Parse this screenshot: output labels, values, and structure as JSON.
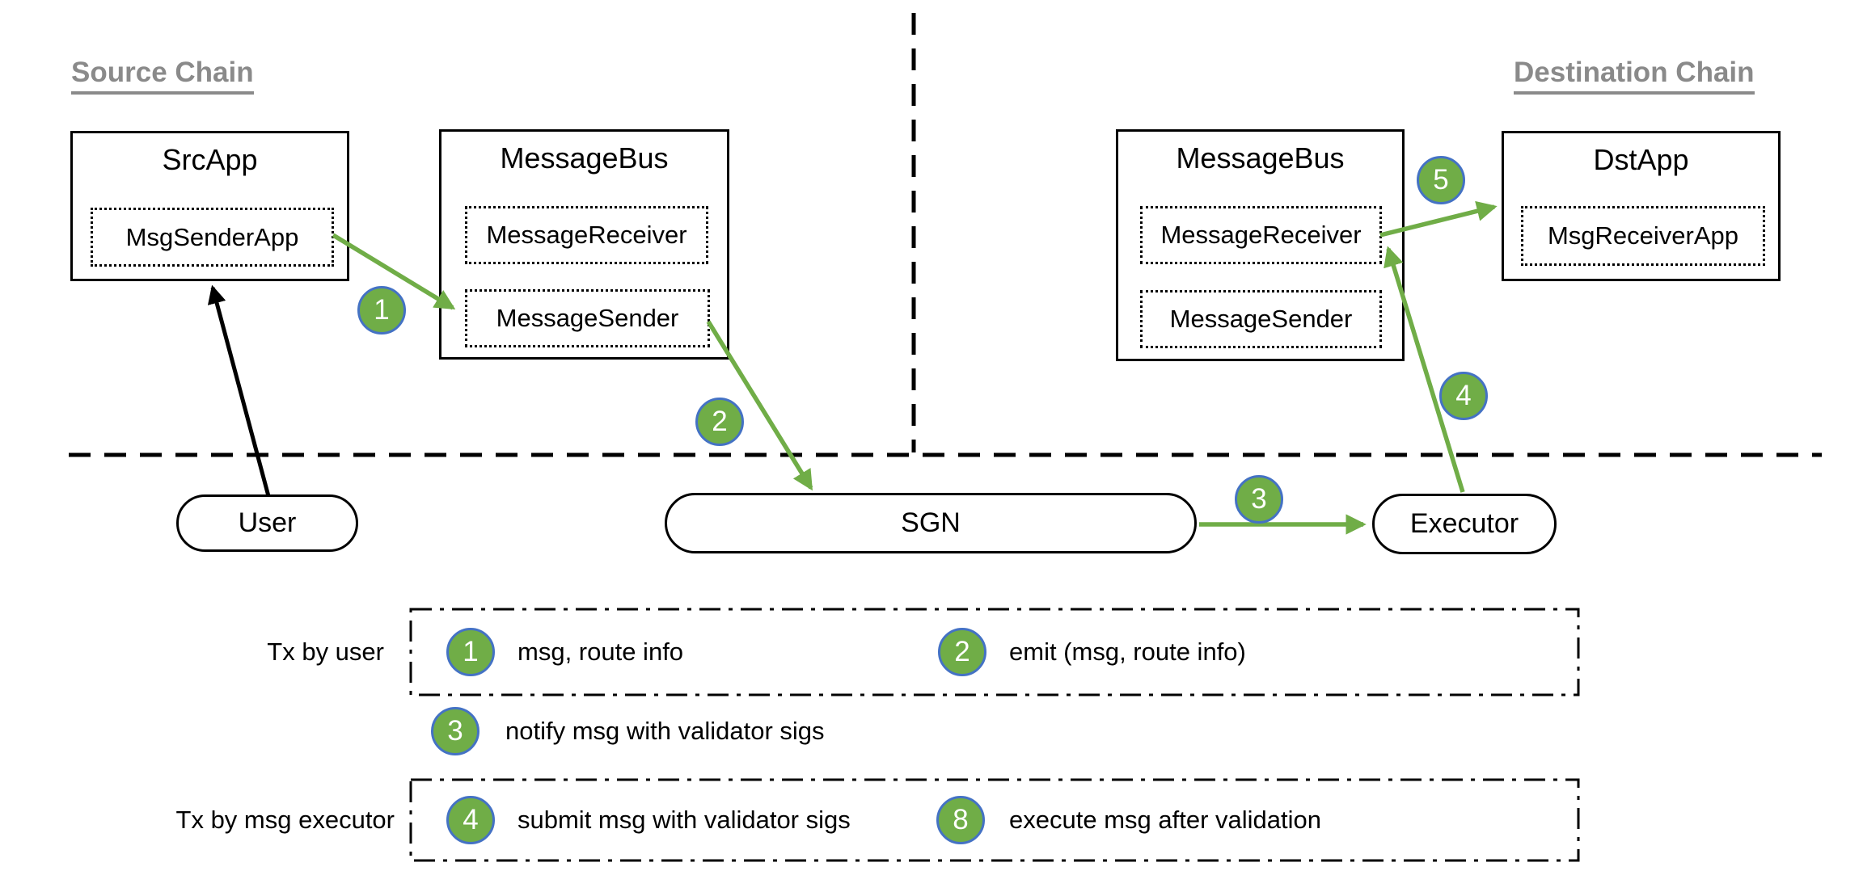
{
  "diagram": {
    "source_chain": {
      "heading": "Source Chain",
      "src_app": {
        "title": "SrcApp",
        "component": "MsgSenderApp"
      },
      "message_bus": {
        "title": "MessageBus",
        "receiver": "MessageReceiver",
        "sender": "MessageSender"
      }
    },
    "destination_chain": {
      "heading": "Destination Chain",
      "message_bus": {
        "title": "MessageBus",
        "receiver": "MessageReceiver",
        "sender": "MessageSender"
      },
      "dst_app": {
        "title": "DstApp",
        "component": "MsgReceiverApp"
      }
    },
    "offchain": {
      "user": "User",
      "sgn": "SGN",
      "executor": "Executor"
    },
    "steps": {
      "1": "1",
      "2": "2",
      "3": "3",
      "4": "4",
      "5": "5"
    }
  },
  "legend": {
    "tx_by_user_label": "Tx by user",
    "tx_by_executor_label": "Tx by msg executor",
    "items": [
      {
        "num": "1",
        "text": "msg, route info"
      },
      {
        "num": "2",
        "text": "emit (msg, route info)"
      },
      {
        "num": "3",
        "text": "notify msg with validator sigs"
      },
      {
        "num": "4",
        "text": "submit msg with validator sigs"
      },
      {
        "num": "8",
        "text": "execute msg after validation"
      }
    ]
  },
  "colors": {
    "green": "#70AD47",
    "circle_border_blue": "#4472C4",
    "heading_gray": "#8a8a8a",
    "black": "#000000"
  }
}
